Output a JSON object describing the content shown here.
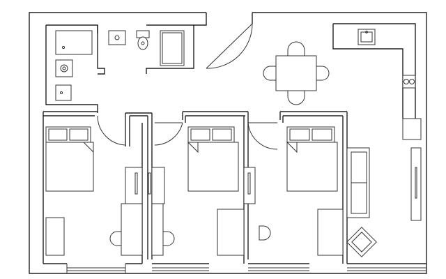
{
  "plan": {
    "background_color": "#ffffff",
    "line_color": "#222222",
    "rooms": [
      "bathroom",
      "kitchen-dining",
      "bedroom-1",
      "bedroom-2",
      "bedroom-3",
      "living-area"
    ]
  }
}
